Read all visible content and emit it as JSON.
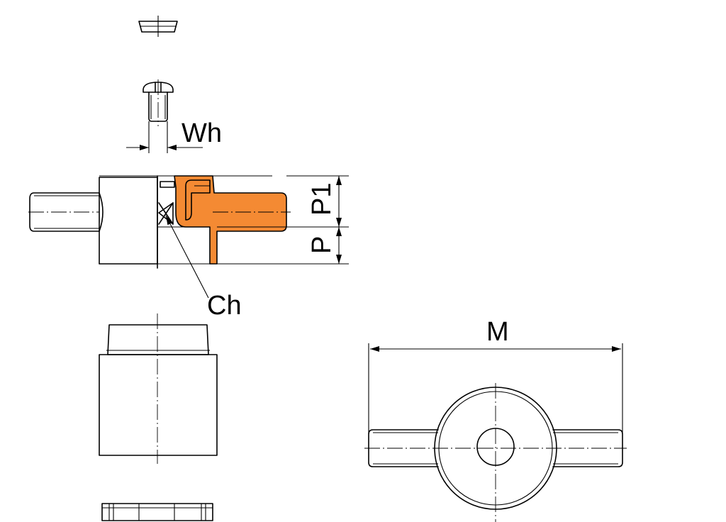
{
  "labels": {
    "wh": "Wh",
    "p1": "P1",
    "p": "P",
    "ch": "Ch",
    "m": "M"
  },
  "colors": {
    "highlight": "#f48a33",
    "line": "#000000",
    "background": "#ffffff"
  }
}
